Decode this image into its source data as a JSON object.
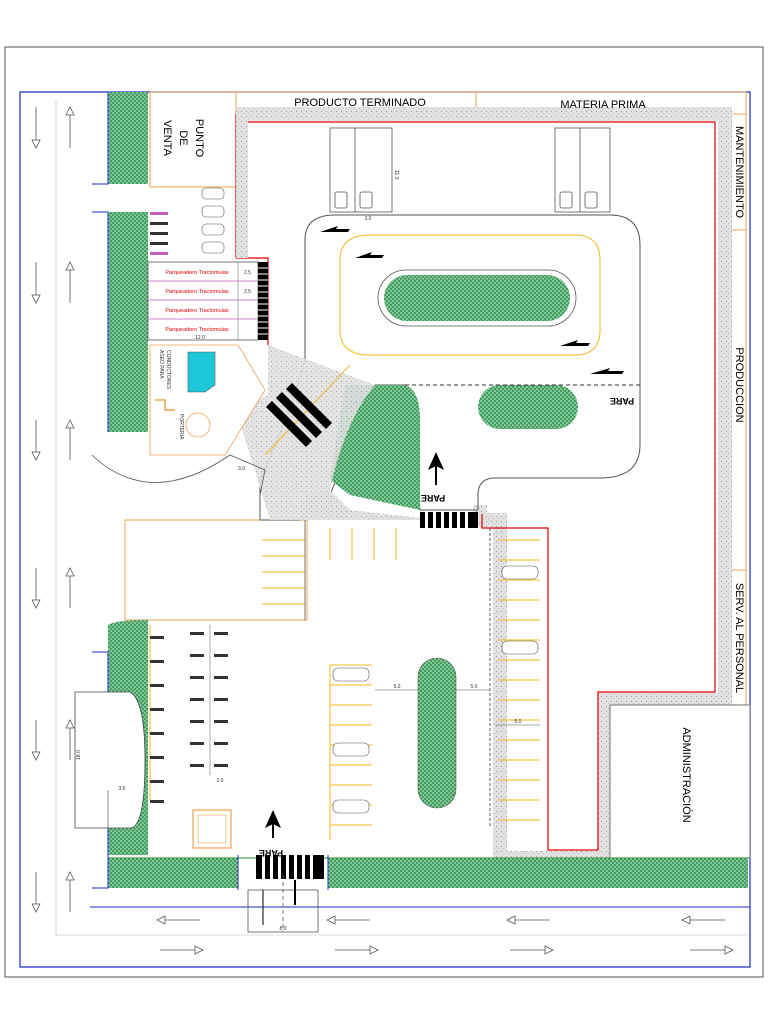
{
  "zones": {
    "producto_terminado": "PRODUCTO TERMINADO",
    "materia_prima": "MATERIA PRIMA",
    "mantenimiento": "MANTENIMIENTO",
    "produccion": "PRODUCCION",
    "serv_personal": "SERV. AL PERSONAL",
    "administracion": "ADMINISTRACIÓN",
    "punto_venta_1": "PUNTO",
    "punto_venta_2": "DE",
    "punto_venta_3": "VENTA",
    "porteria": "PORTERIA",
    "aseo_1": "ASEO PARA",
    "aseo_2": "CONDUCTORES"
  },
  "parking_trailers": [
    "Parqueadero Tractomulas",
    "Parqueadero Tractomulas",
    "Parqueadero Tractomulas",
    "Parqueadero Tractomulas"
  ],
  "stop_label": "PARE",
  "dimensions": {
    "d_2_5": "2.5",
    "d_12": "12.0",
    "d_3_0": "3.0",
    "d_11_3": "11.3",
    "d_3_0b": "3.0",
    "d_5_0a": "5.0",
    "d_5_0b": "5.0",
    "d_5_0c": "5.0",
    "d_2_0": "2.0",
    "d_3_5": "3.5",
    "d_18": "18.0",
    "d_8": "8.0",
    "d_2_5b": "2.5"
  }
}
